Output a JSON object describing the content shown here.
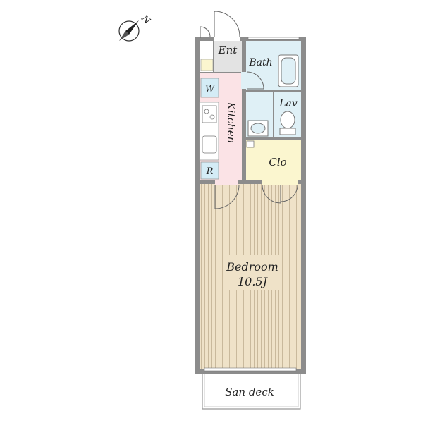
{
  "compass": {
    "label": "N",
    "icon": "north-arrow-icon"
  },
  "rooms": {
    "entrance": "Ent",
    "bath": "Bath",
    "lavatory": "Lav",
    "kitchen": "Kitchen",
    "washer": "W",
    "refrigerator": "R",
    "closet": "Clo",
    "bedroom": "Bedroom",
    "bedroom_size": "10.5J",
    "deck": "San deck"
  },
  "colors": {
    "wall": "#8c8c8c",
    "entrance_floor": "#e3e3e3",
    "kitchen_floor": "#fbe3e6",
    "wet_area_floor": "#dff0f6",
    "closet_floor": "#fbf6cf",
    "bedroom_floor": "#efe2c8",
    "bedroom_stripes": "#c9b99c",
    "appliance_box": "#d4ecf6"
  }
}
